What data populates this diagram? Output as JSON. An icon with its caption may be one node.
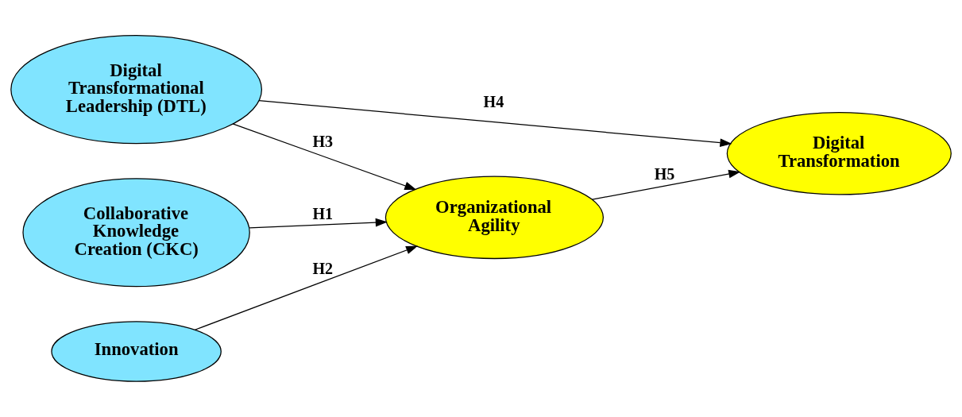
{
  "diagram": {
    "nodes": [
      {
        "text": [
          "Digital Transformational Leadership (DTL)"
        ]
      },
      {
        "text": [
          "Collaborative Knowledge Creation (CKC)"
        ]
      },
      {
        "text": [
          "Innovation"
        ]
      },
      {
        "text": [
          "Organizational Agility"
        ]
      },
      {
        "text": [
          "Digital Transformation"
        ]
      }
    ],
    "edges": [
      {
        "from": 1,
        "to": 3,
        "arrow": "to",
        "label": "H1"
      },
      {
        "from": 2,
        "to": 3,
        "arrow": "to",
        "label": "H2"
      },
      {
        "from": 0,
        "to": 3,
        "arrow": "to",
        "label": "H3"
      },
      {
        "from": 0,
        "to": 4,
        "arrow": "to",
        "label": "H4"
      },
      {
        "from": 3,
        "to": 4,
        "arrow": "to",
        "label": "H5"
      }
    ]
  }
}
